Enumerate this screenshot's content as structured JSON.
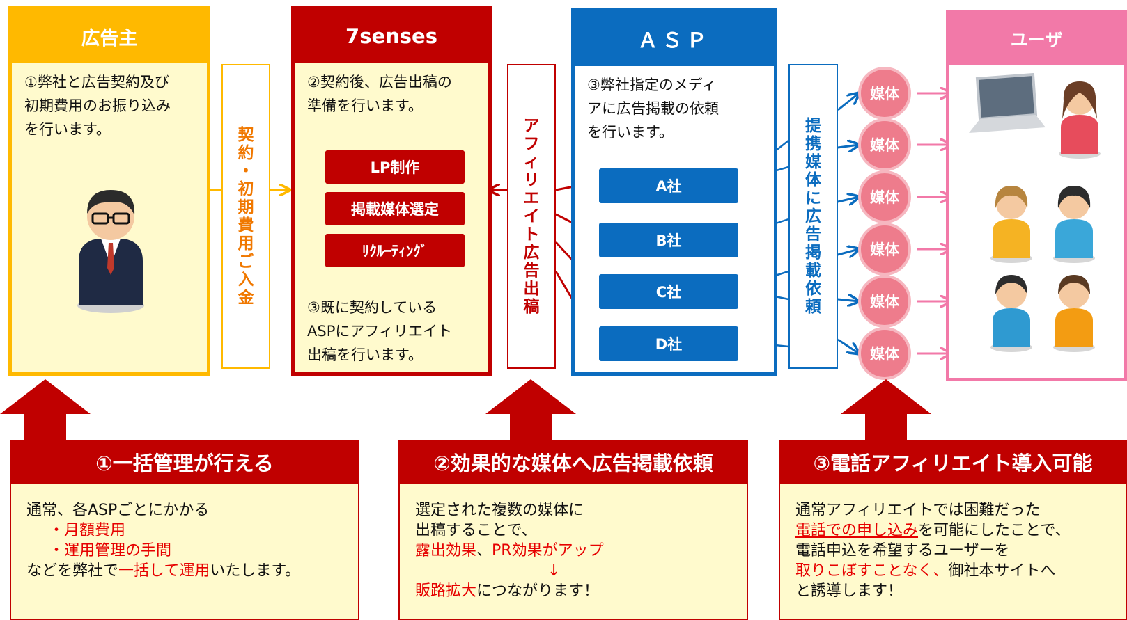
{
  "colors": {
    "advertiser": "#ffb900",
    "sevensenses": "#c00000",
    "asp": "#0b6cbf",
    "user": "#f279a8",
    "media": "#ee7c8c",
    "panel": "#fffacd"
  },
  "advertiser": {
    "title": "広告主",
    "desc": [
      "①弊社と広告契約及び",
      "初期費用のお振り込み",
      "を行います。"
    ]
  },
  "contract_label": [
    "契",
    "約",
    "・",
    "初",
    "期",
    "費",
    "用",
    "ご",
    "入",
    "金"
  ],
  "sevensenses": {
    "title": "7senses",
    "desc_top": [
      "②契約後、広告出稿の",
      "準備を行います。"
    ],
    "tasks": [
      "LP制作",
      "掲載媒体選定",
      "ﾘｸﾙｰﾃｨﾝｸﾞ"
    ],
    "desc_bottom": [
      "③既に契約している",
      "ASPにアフィリエイト",
      "出稿を行います。"
    ]
  },
  "affiliate_label": [
    "ア",
    "フ",
    "ィ",
    "リ",
    "エ",
    "イ",
    "ト",
    "広",
    "告",
    "出",
    "稿"
  ],
  "asp": {
    "title": "ＡＳＰ",
    "desc": [
      "③弊社指定のメディ",
      "アに広告掲載の依頼",
      "を行います。"
    ],
    "companies": [
      "A社",
      "B社",
      "C社",
      "D社"
    ]
  },
  "partner_label": [
    "提",
    "携",
    "媒",
    "体",
    "に",
    "広",
    "告",
    "掲",
    "載",
    "依",
    "頼"
  ],
  "media_label": "媒体",
  "user": {
    "title": "ユーザ"
  },
  "features": [
    {
      "title": "①一括管理が行える",
      "l1": "通常、各ASPごとにかかる",
      "l2": "・月額費用",
      "l3": "・運用管理の手間",
      "l4a": "などを弊社で",
      "l4b": "一括して運用",
      "l4c": "いたします。"
    },
    {
      "title": "②効果的な媒体へ広告掲載依頼",
      "l1": "選定された複数の媒体に",
      "l2": "出稿することで、",
      "l3a": "露出効果",
      "l3b": "、",
      "l3c": "PR効果がアップ",
      "l4": "↓",
      "l5a": "販路拡大",
      "l5b": "につながります！"
    },
    {
      "title": "③電話アフィリエイト導入可能",
      "l1": "通常アフィリエイトでは困難だった",
      "l2a": "電話での申し込み",
      "l2b": "を可能にしたことで、",
      "l3": "電話申込を希望するユーザーを",
      "l4a": "取りこぼすことなく、",
      "l4b": "御社本サイトへ",
      "l5": "と誘導します！"
    }
  ]
}
